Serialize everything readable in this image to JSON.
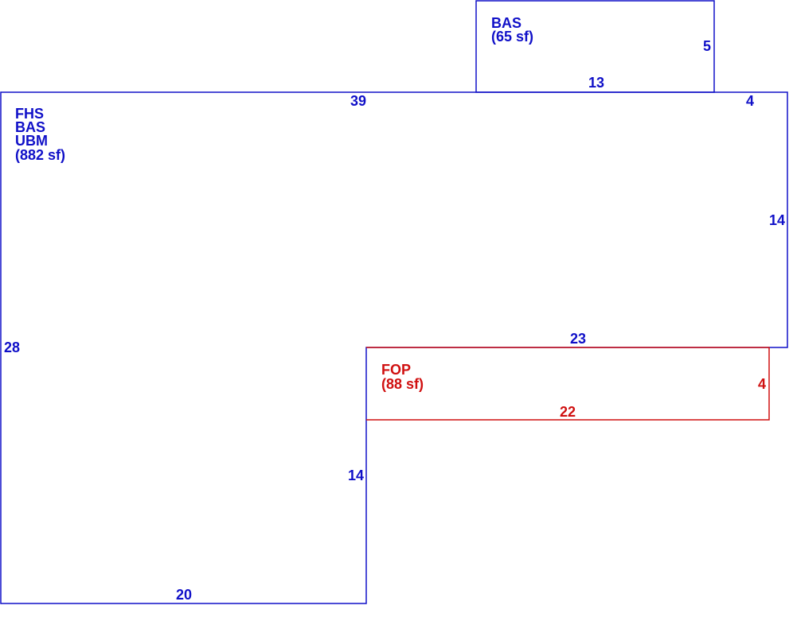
{
  "colors": {
    "main_structure": "#1010c8",
    "porch": "#d01010",
    "background": "#ffffff"
  },
  "areas": {
    "main": {
      "codes": [
        "FHS",
        "BAS",
        "UBM"
      ],
      "area": "(882 sf)"
    },
    "addition": {
      "codes": [
        "BAS"
      ],
      "area": "(65 sf)"
    },
    "porch": {
      "codes": [
        "FOP"
      ],
      "area": "(88 sf)"
    }
  },
  "dimensions": {
    "main_top": "39",
    "main_top_right": "4",
    "main_right": "14",
    "main_step_top": "23",
    "main_left": "28",
    "main_step_left": "14",
    "main_bottom": "20",
    "addition_right": "5",
    "addition_bottom": "13",
    "porch_right": "4",
    "porch_bottom": "22"
  }
}
